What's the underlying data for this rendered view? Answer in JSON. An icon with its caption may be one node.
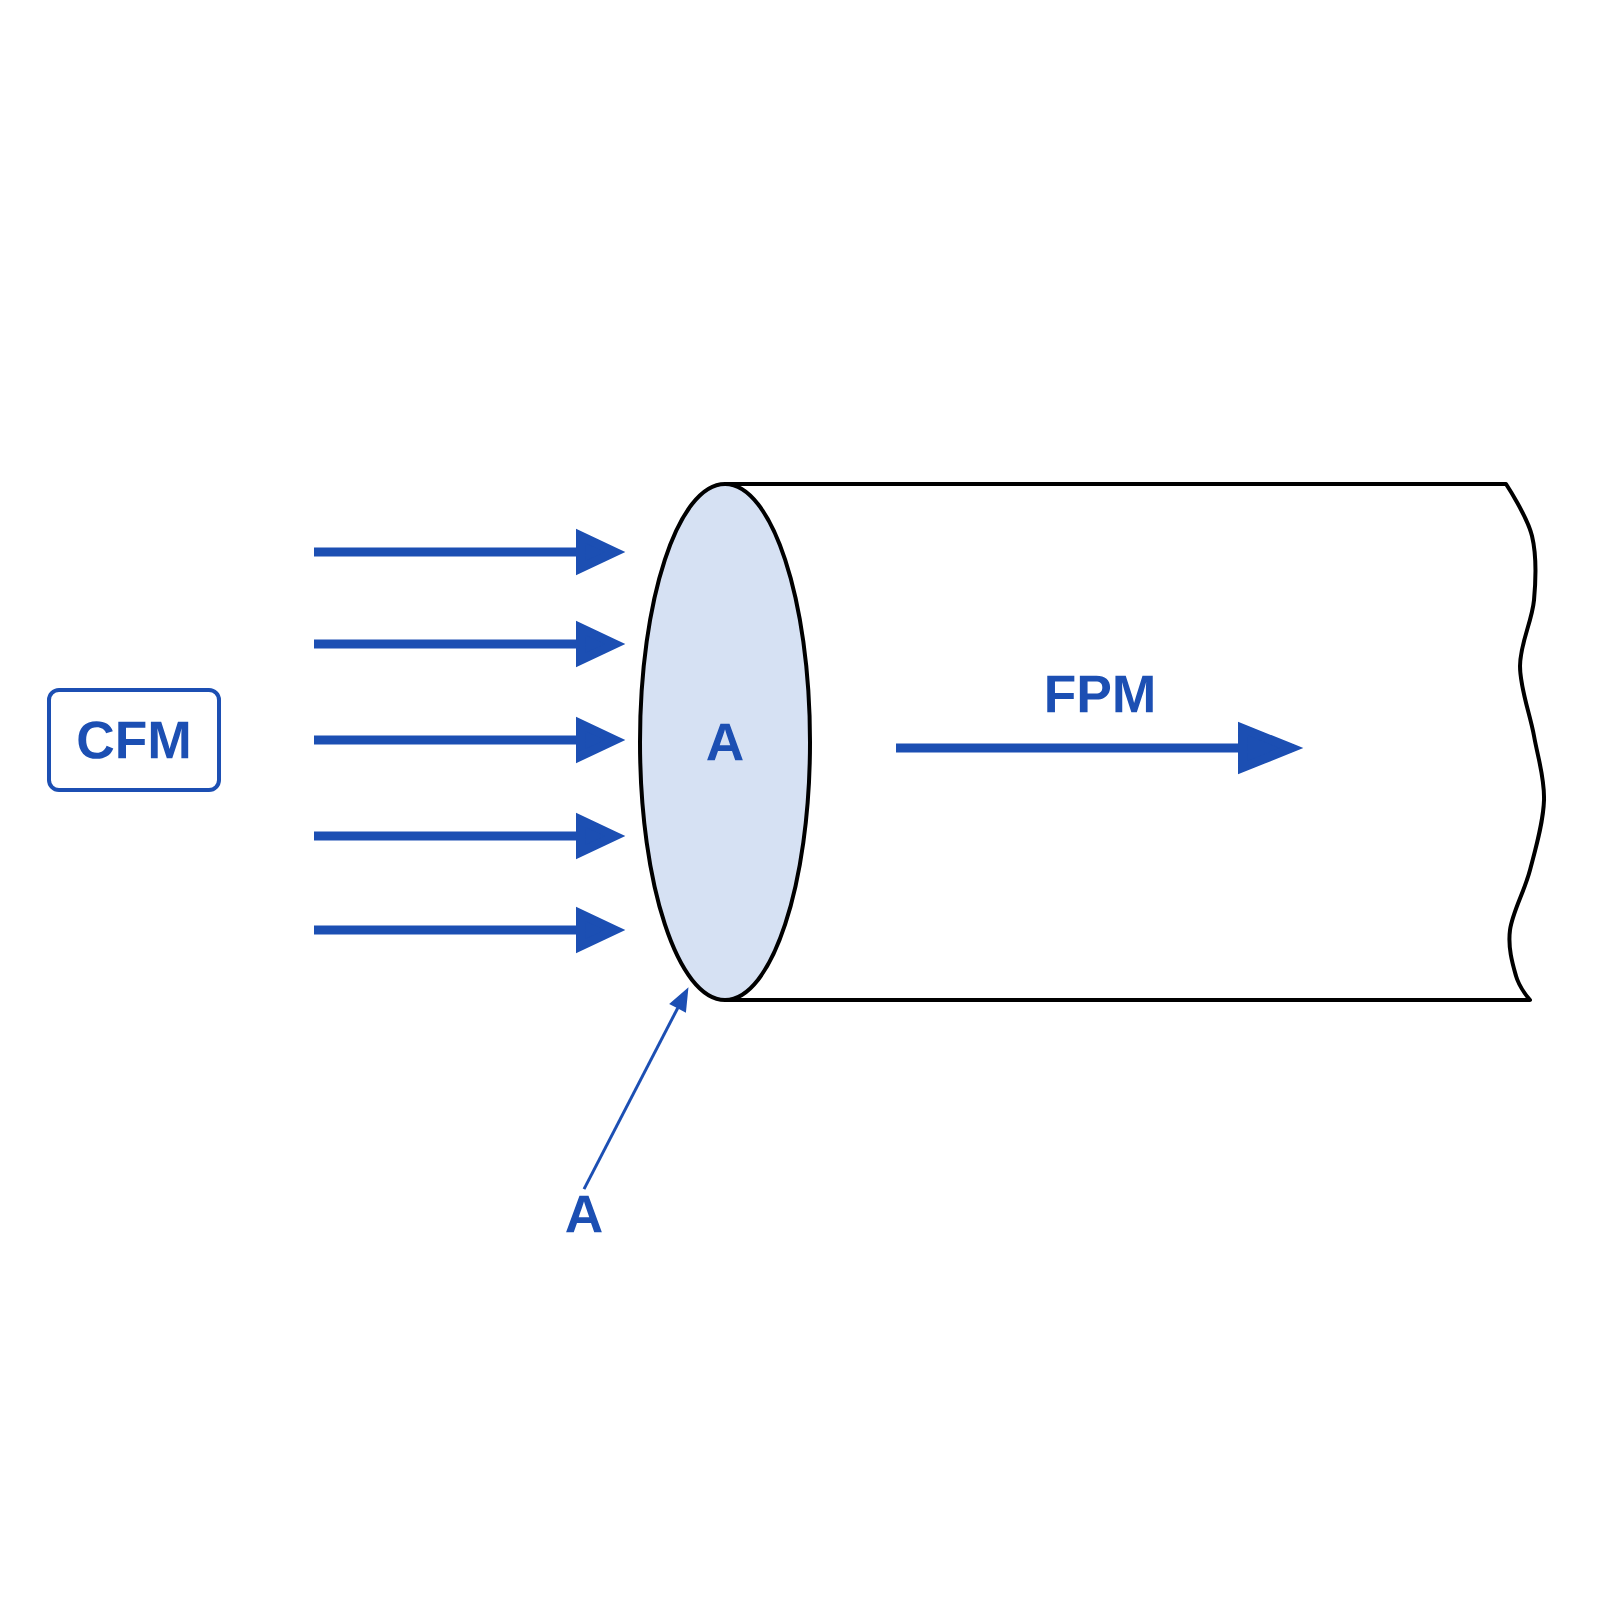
{
  "diagram": {
    "nodes": [
      {
        "text": [
          "CFM"
        ]
      },
      {
        "text": [
          "A"
        ]
      },
      {
        "text": [
          "A"
        ]
      }
    ],
    "edges": [
      {
        "from": null,
        "to": 1,
        "arrow": "to"
      },
      {
        "from": null,
        "to": 1,
        "arrow": "to"
      },
      {
        "from": null,
        "to": 1,
        "arrow": "to"
      },
      {
        "from": null,
        "to": 1,
        "arrow": "to"
      },
      {
        "from": null,
        "to": 1,
        "arrow": "to"
      },
      {
        "from": 2,
        "to": 1,
        "arrow": "to"
      }
    ],
    "labels": [
      "FPM"
    ]
  }
}
